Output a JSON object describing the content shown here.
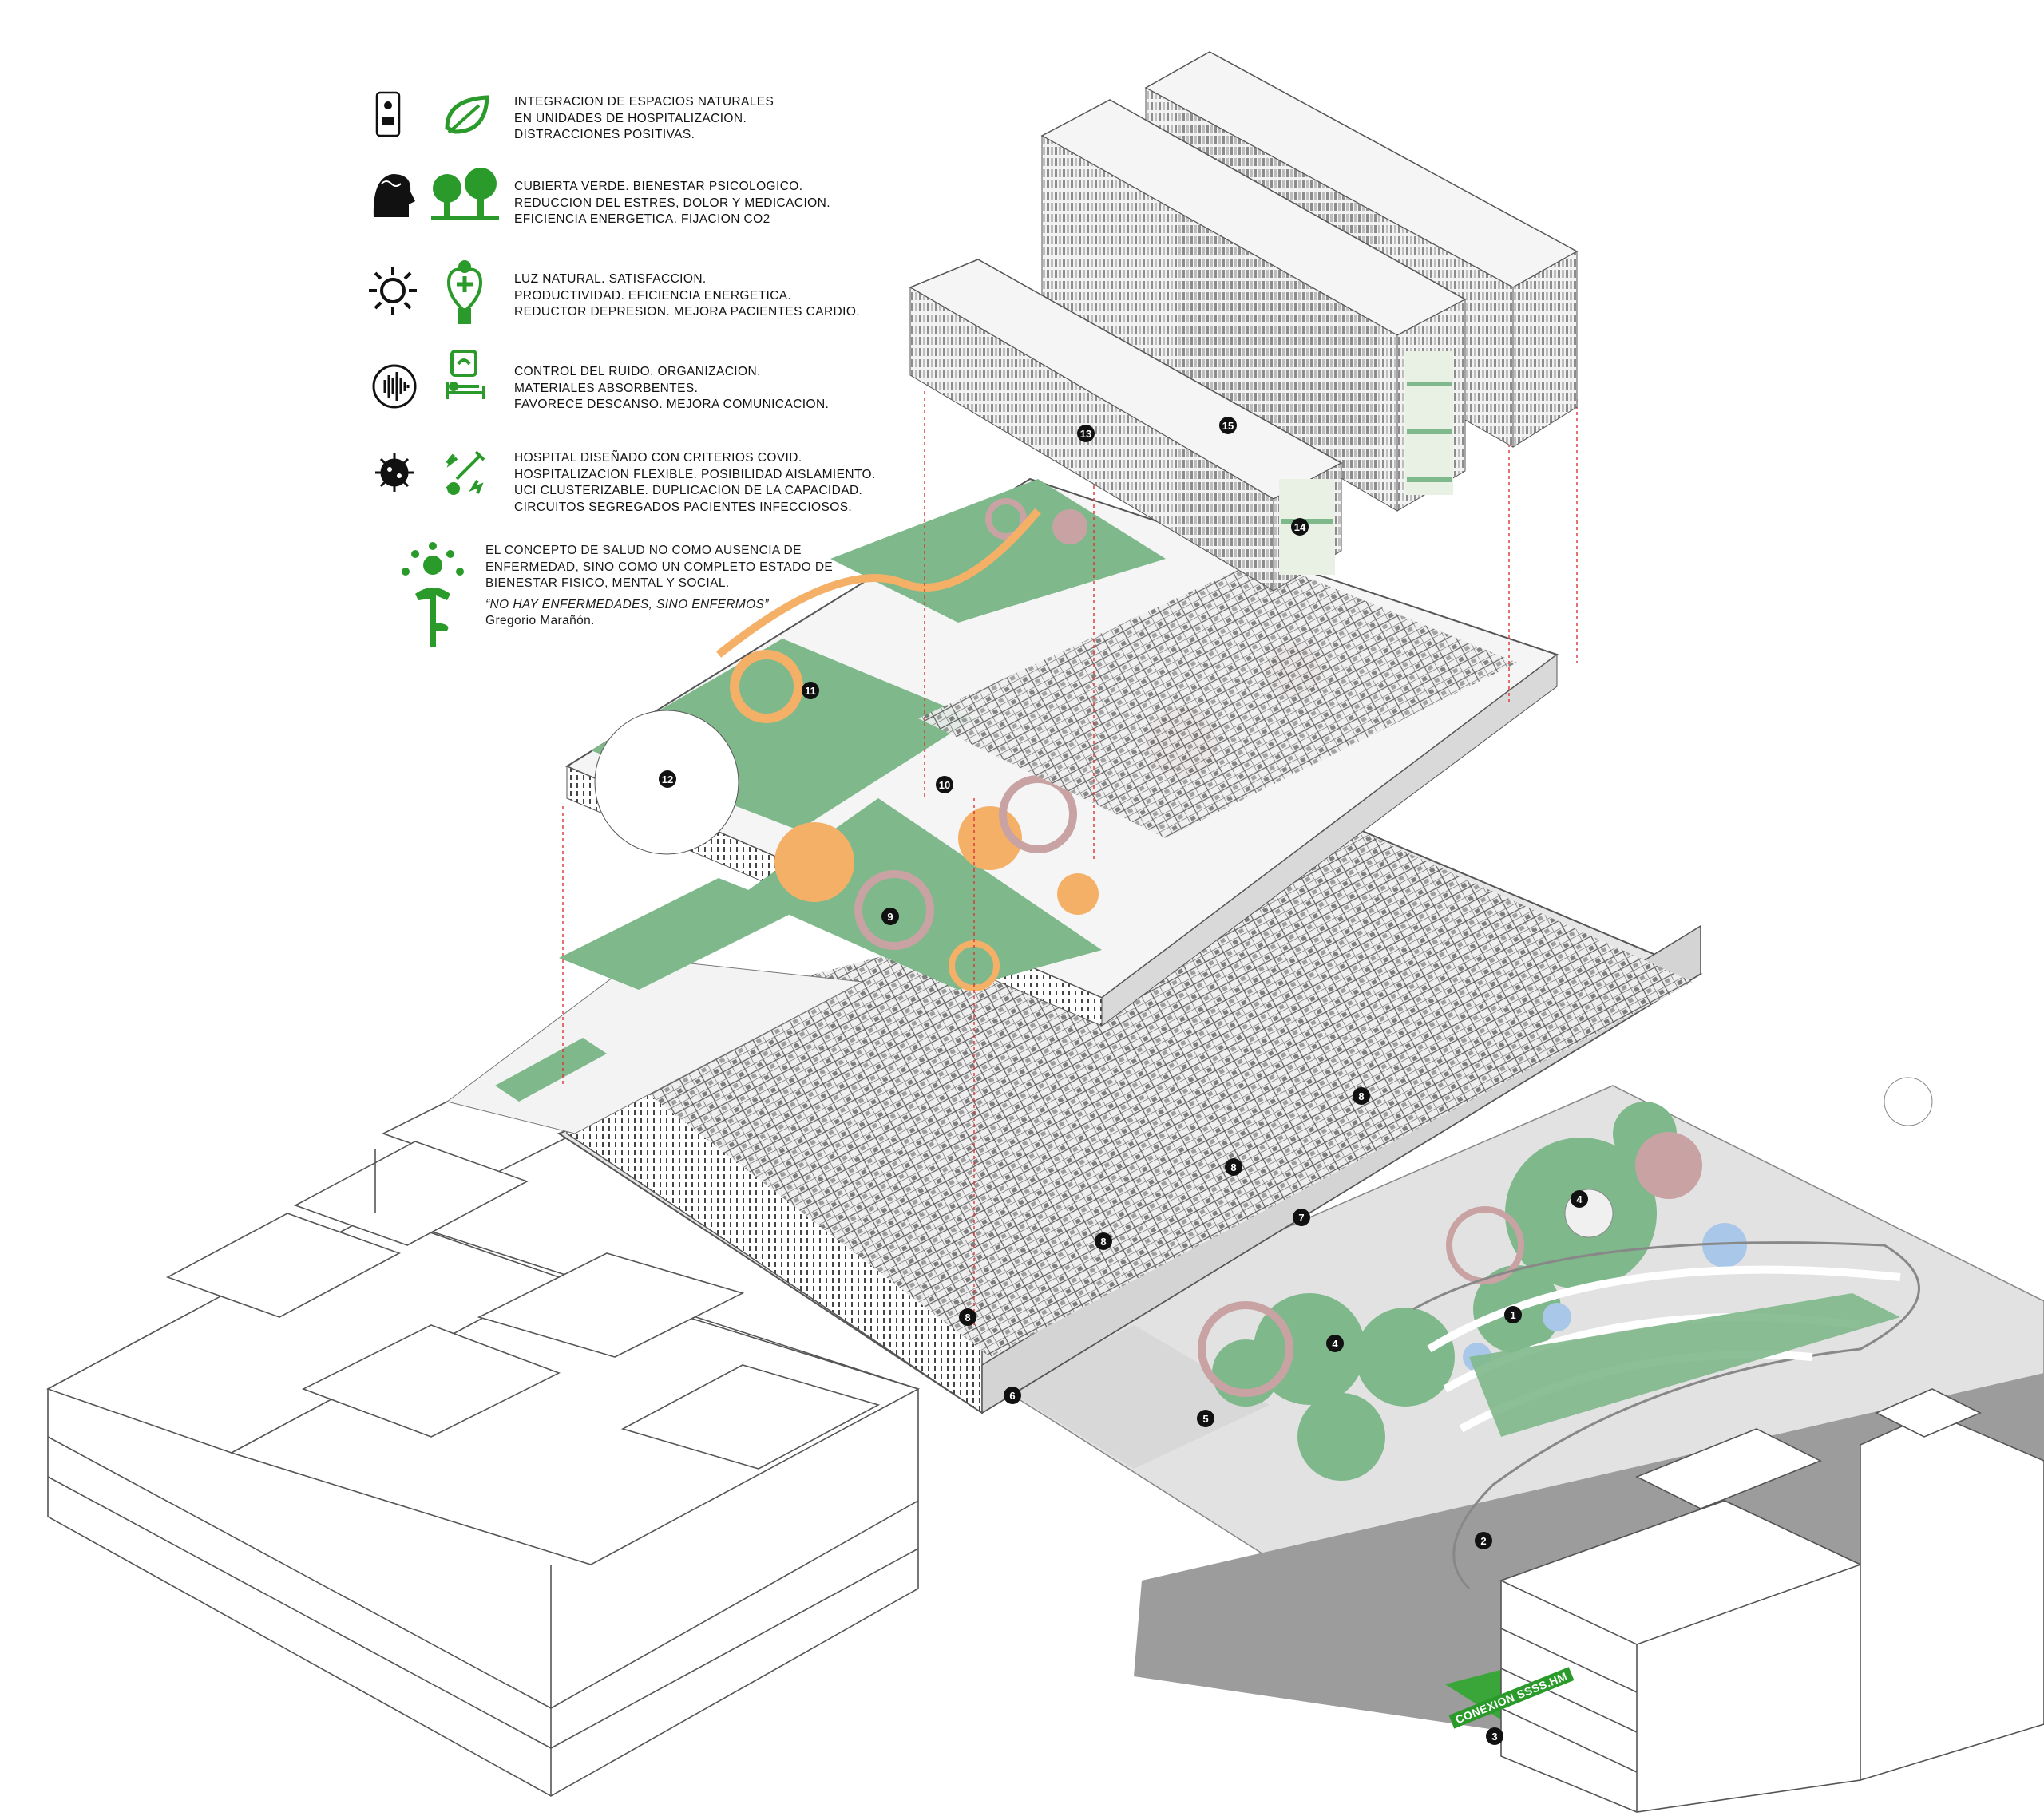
{
  "colors": {
    "green": "#6fab7f",
    "icon_green": "#2a9a2a",
    "orange": "#f5b068",
    "pink": "#c9a3a3",
    "blue": "#a9c7e8",
    "grey": "#9b9b9b",
    "light_grey": "#e1e1e1",
    "red_dash": "#d33"
  },
  "legend": [
    {
      "icons": [
        "phone-patient-icon",
        "leaf-icon"
      ],
      "lines": [
        "INTEGRACION DE ESPACIOS NATURALES",
        "EN UNIDADES DE HOSPITALIZACION.",
        "DISTRACCIONES POSITIVAS."
      ]
    },
    {
      "icons": [
        "head-mind-icon",
        "trees-icon"
      ],
      "lines": [
        "CUBIERTA VERDE. BIENESTAR PSICOLOGICO.",
        "REDUCCION DEL ESTRES, DOLOR Y MEDICACION.",
        "EFICIENCIA ENERGETICA. FIJACION CO2"
      ]
    },
    {
      "icons": [
        "sun-icon",
        "heart-doctor-icon"
      ],
      "lines": [
        "LUZ NATURAL. SATISFACCION.",
        "PRODUCTIVIDAD. EFICIENCIA ENERGETICA.",
        "REDUCTOR DEPRESION. MEJORA PACIENTES CARDIO."
      ]
    },
    {
      "icons": [
        "sound-wave-icon",
        "bed-rest-icon"
      ],
      "lines": [
        "CONTROL DEL RUIDO. ORGANIZACION.",
        "MATERIALES ABSORBENTES.",
        "FAVORECE DESCANSO. MEJORA COMUNICACION."
      ]
    },
    {
      "icons": [
        "virus-icon",
        "vaccine-icon"
      ],
      "lines": [
        "HOSPITAL DISEÑADO CON CRITERIOS COVID.",
        "HOSPITALIZACION FLEXIBLE. POSIBILIDAD AISLAMIENTO.",
        "UCI CLUSTERIZABLE. DUPLICACION DE LA CAPACIDAD.",
        "CIRCUITOS SEGREGADOS PACIENTES INFECCIOSOS."
      ]
    }
  ],
  "concept": {
    "icon": "juggling-yoga-person-icon",
    "lines": [
      "EL CONCEPTO DE SALUD NO COMO AUSENCIA DE",
      "ENFERMEDAD, SINO COMO UN COMPLETO ESTADO DE",
      "BIENESTAR FISICO, MENTAL Y SOCIAL."
    ],
    "quote": "“NO HAY ENFERMEDADES, SINO ENFERMOS”",
    "author": "Gregorio Marañón."
  },
  "numbers": [
    "1",
    "2",
    "3",
    "4",
    "4",
    "5",
    "6",
    "7",
    "8",
    "8",
    "8",
    "8",
    "9",
    "10",
    "11",
    "12",
    "13",
    "14",
    "15"
  ],
  "street_label": "CONEXION SSSS.HM"
}
